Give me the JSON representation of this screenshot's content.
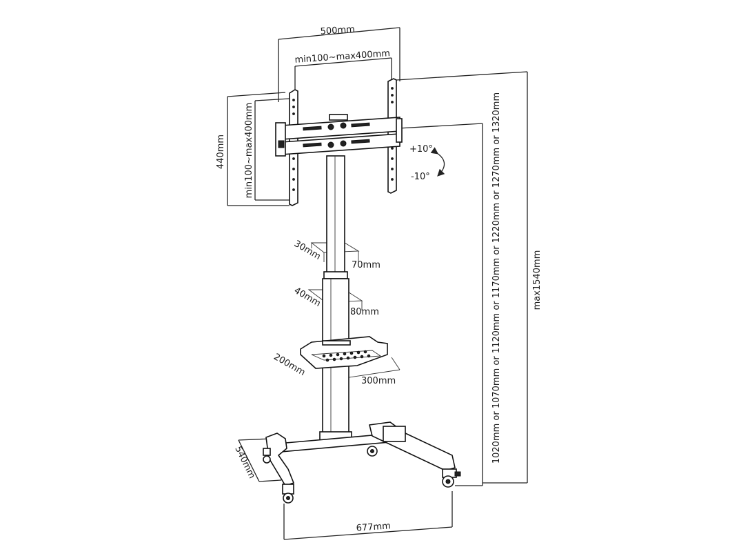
{
  "labels": {
    "bracket_width": "500mm",
    "vesa_horizontal": "min100~max400mm",
    "bracket_height": "440mm",
    "vesa_vertical": "min100~max400mm",
    "tilt_up": "+10°",
    "tilt_down": "-10°",
    "column_upper_depth": "30mm",
    "column_upper_width": "70mm",
    "column_lower_depth": "40mm",
    "column_lower_width": "80mm",
    "shelf_depth": "200mm",
    "shelf_width": "300mm",
    "base_depth": "540mm",
    "base_width": "677mm",
    "height_options": "1020mm or 1070mm or 1120mm or 1170mm or 1220mm or 1270mm or 1320mm",
    "max_height": "max1540mm"
  }
}
